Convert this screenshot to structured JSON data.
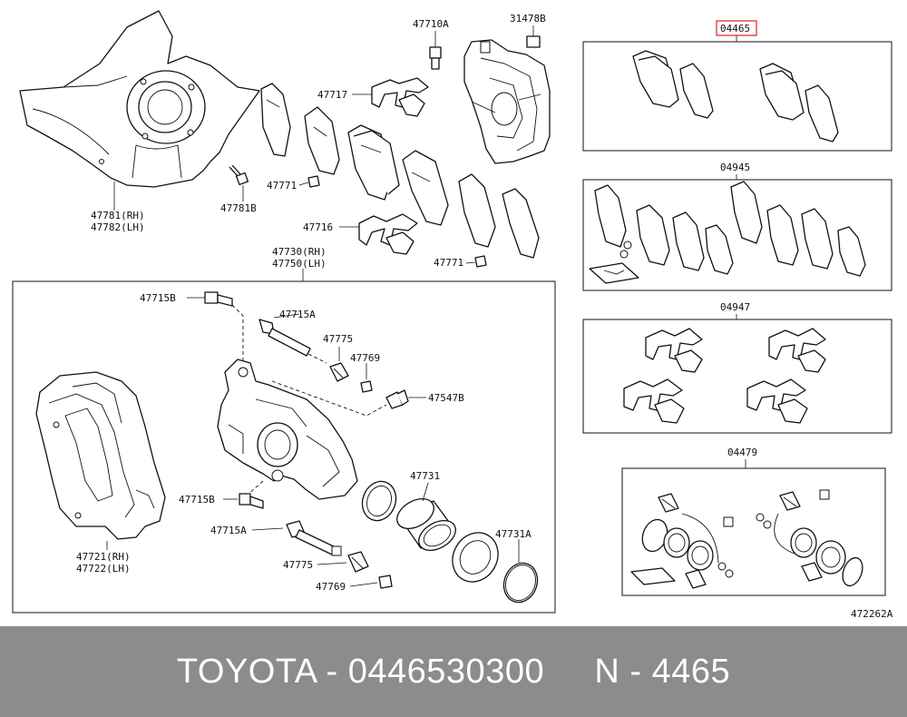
{
  "labels": {
    "l47781": "47781(RH)",
    "l47782": "47782(LH)",
    "l47781B": "47781B",
    "l47710A": "47710A",
    "l31478B": "31478B",
    "l47717": "47717",
    "l47771a": "47771",
    "l47716": "47716",
    "l47771b": "47771",
    "l47730": "47730(RH)",
    "l47750": "47750(LH)",
    "l47715Ba": "47715B",
    "l47715Aa": "47715A",
    "l47775a": "47775",
    "l47769a": "47769",
    "l47547B": "47547B",
    "l47715Bb": "47715B",
    "l47715Ab": "47715A",
    "l47775b": "47775",
    "l47769b": "47769",
    "l47731": "47731",
    "l47731A": "47731A",
    "l47721": "47721(RH)",
    "l47722": "47722(LH)",
    "k04465": "04465",
    "k04945": "04945",
    "k04947": "04947",
    "k04479": "04479",
    "ref": "472262A"
  },
  "highlight_color": "#e0201b",
  "footer": {
    "text": "TOYOTA - 0446530300     N - 4465"
  }
}
